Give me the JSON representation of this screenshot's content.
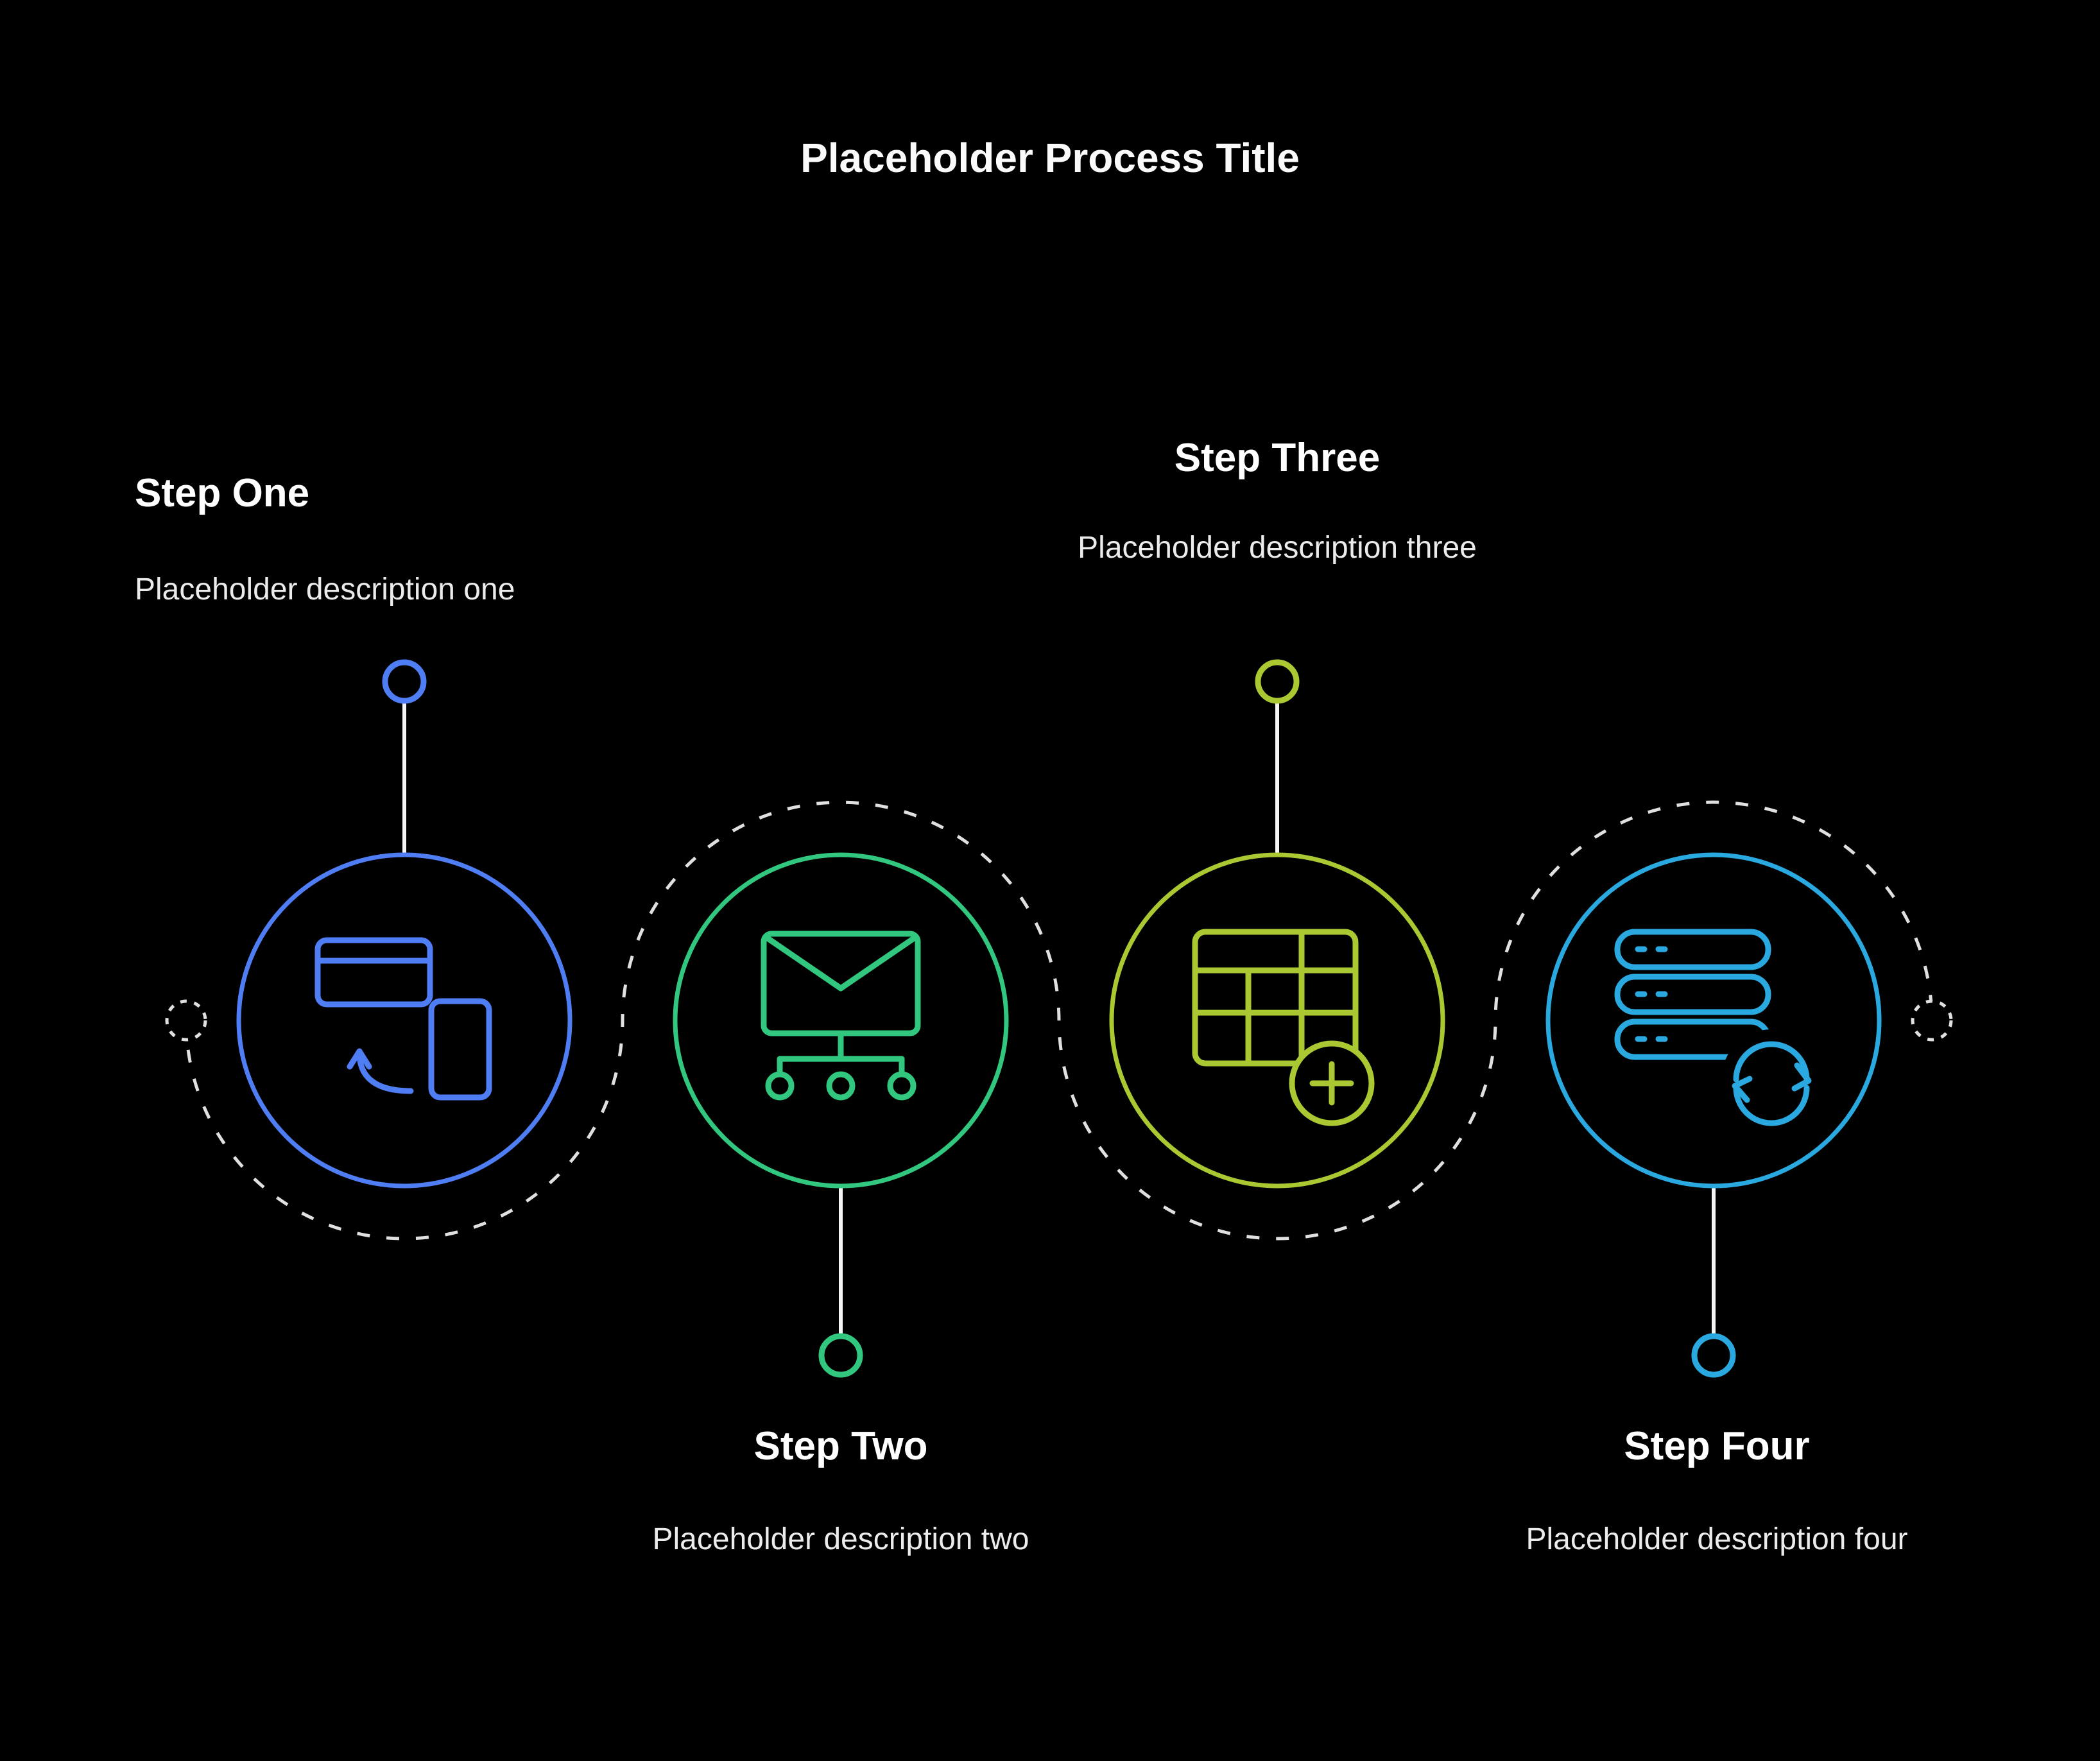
{
  "title": "Placeholder Process Title",
  "steps": [
    {
      "label": "Step One",
      "description": "Placeholder description one",
      "color": "#4f7df3",
      "icon": "card-icon"
    },
    {
      "label": "Step Two",
      "description": "Placeholder description two",
      "color": "#31c77f",
      "icon": "mail-icon"
    },
    {
      "label": "Step Three",
      "description": "Placeholder description three",
      "color": "#aac832",
      "icon": "table-icon"
    },
    {
      "label": "Step Four",
      "description": "Placeholder description four",
      "color": "#2aa9e0",
      "icon": "server-icon"
    }
  ]
}
